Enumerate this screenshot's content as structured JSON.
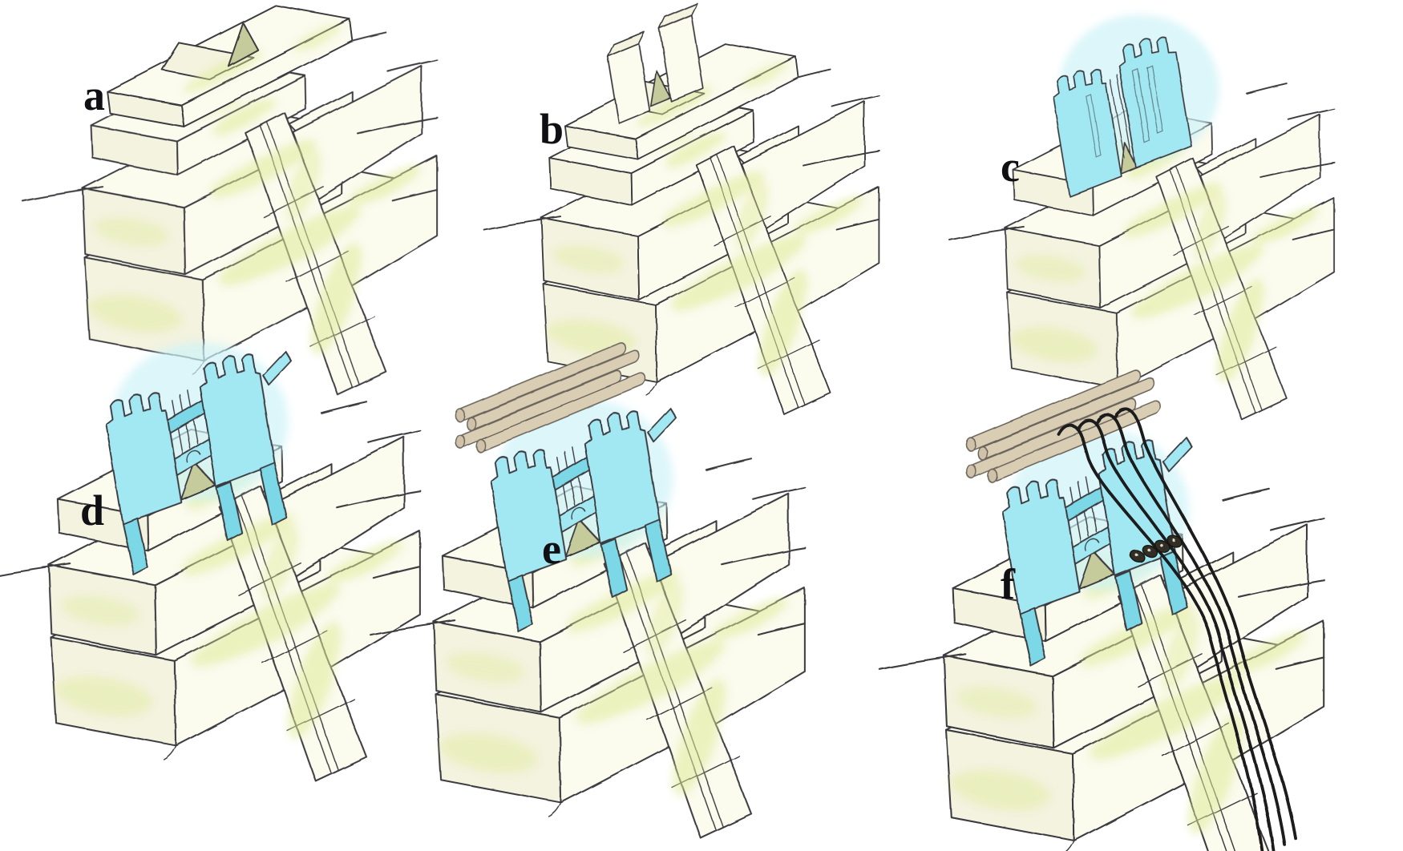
{
  "figure": {
    "type": "hand-drawn construction sequence diagram",
    "panels": [
      {
        "id": "a",
        "label": "a",
        "depicts": [
          "stepped-tower",
          "processional-ramp",
          "notched-roof-opening",
          "shadow-triangle"
        ]
      },
      {
        "id": "b",
        "label": "b",
        "depicts": [
          "stepped-tower",
          "processional-ramp",
          "two-flanking-blocks",
          "shadow-triangle"
        ]
      },
      {
        "id": "c",
        "label": "c",
        "depicts": [
          "stepped-tower",
          "processional-ramp",
          "crenellated-gate-walls"
        ]
      },
      {
        "id": "d",
        "label": "d",
        "depicts": [
          "stepped-tower",
          "processional-ramp",
          "crenellated-gate-frame",
          "cross-beams",
          "arched-opening"
        ]
      },
      {
        "id": "e",
        "label": "e",
        "depicts": [
          "stepped-tower",
          "processional-ramp",
          "crenellated-gate-frame",
          "log-rollers"
        ]
      },
      {
        "id": "f",
        "label": "f",
        "depicts": [
          "stepped-tower",
          "processional-ramp",
          "crenellated-gate-frame",
          "log-rollers",
          "hauling-ropes",
          "rope-weights"
        ]
      }
    ],
    "colors": {
      "paper": "#ffffff",
      "stone": "#fbfbee",
      "stone_shade": "#f3f3df",
      "wash": "#e0eb98",
      "ink": "#3a3a40",
      "shadow_tri": "#c6cb9c",
      "structure": "#a2e8f2",
      "structure_dark": "#7cd8e6",
      "structure_glow": "#cdf3f8",
      "log": "#d9cdb4",
      "log_line": "#6b655c",
      "rope": "#1a1a1c"
    }
  }
}
